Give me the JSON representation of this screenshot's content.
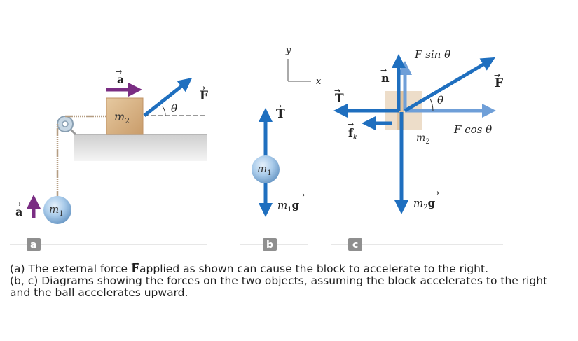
{
  "panel_a": {
    "tag": "a",
    "accel_label": "a",
    "block_label": "m",
    "block_sub": "2",
    "ball_label": "m",
    "ball_sub": "1",
    "force_label": "F",
    "angle_label": "θ"
  },
  "panel_b": {
    "tag": "b",
    "tension_label": "T",
    "ball_label": "m",
    "ball_sub": "1",
    "weight_label_m": "m",
    "weight_label_sub": "1",
    "weight_label_g": "g"
  },
  "panel_c": {
    "tag": "c",
    "axis_y": "y",
    "axis_x": "x",
    "normal_label": "n",
    "tension_label": "T",
    "friction_label": "f",
    "friction_sub": "k",
    "block_label": "m",
    "block_sub": "2",
    "weight_label_m": "m",
    "weight_label_sub": "2",
    "weight_label_g": "g",
    "fsin_label": "F sin θ",
    "fcos_label": "F cos θ",
    "force_label": "F",
    "angle_label": "θ"
  },
  "caption": {
    "line1_before": "(a) The external force ",
    "force_symbol": "F",
    "line1_after": "applied as shown can cause the block to accelerate to the right.",
    "line2": "(b, c) Diagrams showing the forces on the two objects, assuming the block accelerates to the right and the ball accelerates upward."
  },
  "colors": {
    "force_blue": "#1f6fbf",
    "light_blue": "#6f9fd8",
    "accel_purple": "#7a2d83",
    "block_tan": "#d9b98f",
    "ball_blue": "#9fc3e6",
    "tag_gray": "#8f8f8f",
    "table_gray": "#d8d8d8"
  }
}
